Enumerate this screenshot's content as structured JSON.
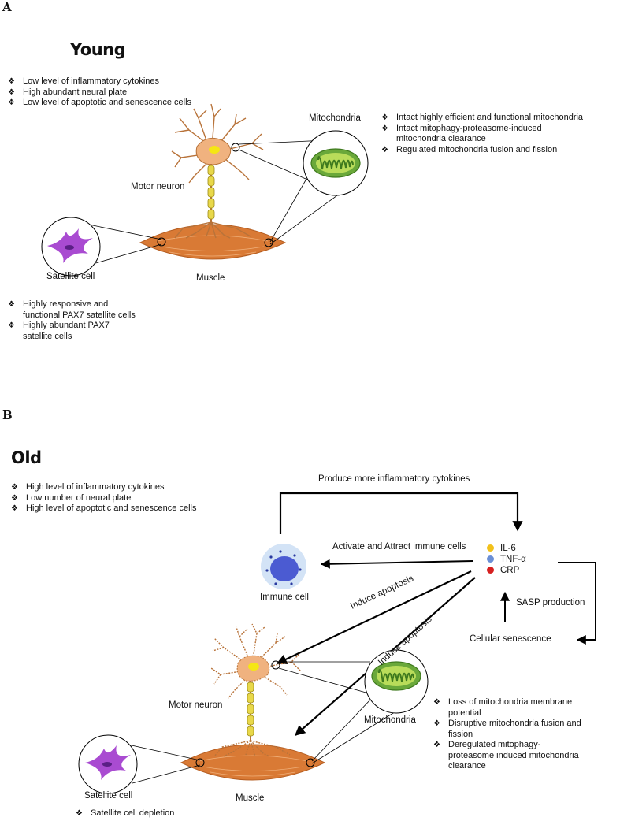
{
  "panel_a": {
    "letter": "A",
    "title": "Young",
    "bullets_left": [
      "Low level of inflammatory cytokines",
      "High abundant neural plate",
      "Low level of apoptotic and senescence cells"
    ],
    "mito_label": "Mitochondria",
    "bullets_right": [
      [
        "Intact highly efficient and functional mitochondria"
      ],
      [
        "Intact mitophagy-proteasome-induced",
        "mitochondria clearance"
      ],
      [
        "Regulated mitochondria fusion and fission"
      ]
    ],
    "motor_neuron_label": "Motor neuron",
    "satellite_label": "Satellite cell",
    "muscle_label": "Muscle",
    "bullets_bottom": [
      [
        "Highly responsive and",
        "functional PAX7 satellite cells"
      ],
      [
        "Highly abundant PAX7",
        "satellite cells"
      ]
    ]
  },
  "panel_b": {
    "letter": "B",
    "title": "Old",
    "bullets_left": [
      "High level of inflammatory cytokines",
      "Low number of neural plate",
      "High level of apoptotic and senescence cells"
    ],
    "top_arrow_label": "Produce more inflammatory cytokines",
    "activate_label": "Activate and Attract immune cells",
    "immune_label": "Immune cell",
    "cytokines": [
      {
        "name": "IL-6",
        "color": "#f2c11a"
      },
      {
        "name": "TNF-α",
        "color": "#6b8fd6"
      },
      {
        "name": "CRP",
        "color": "#d62020"
      }
    ],
    "sasp_label": "SASP production",
    "senescence_label": "Cellular senescence",
    "induce_apoptosis_1": "Induce apoptosis",
    "induce_apoptosis_2": "Induce apoptosis",
    "motor_neuron_label": "Motor neuron",
    "mito_label": "Mitochondria",
    "bullets_right": [
      [
        "Loss of mitochondria membrane",
        "potential"
      ],
      [
        "Disruptive mitochondria fusion and",
        "fission"
      ],
      [
        "Deregulated mitophagy-",
        "proteasome induced mitochondria",
        "clearance"
      ]
    ],
    "satellite_label": "Satellite cell",
    "muscle_label": "Muscle",
    "bullets_bottom": [
      "Satellite cell depletion"
    ]
  }
}
